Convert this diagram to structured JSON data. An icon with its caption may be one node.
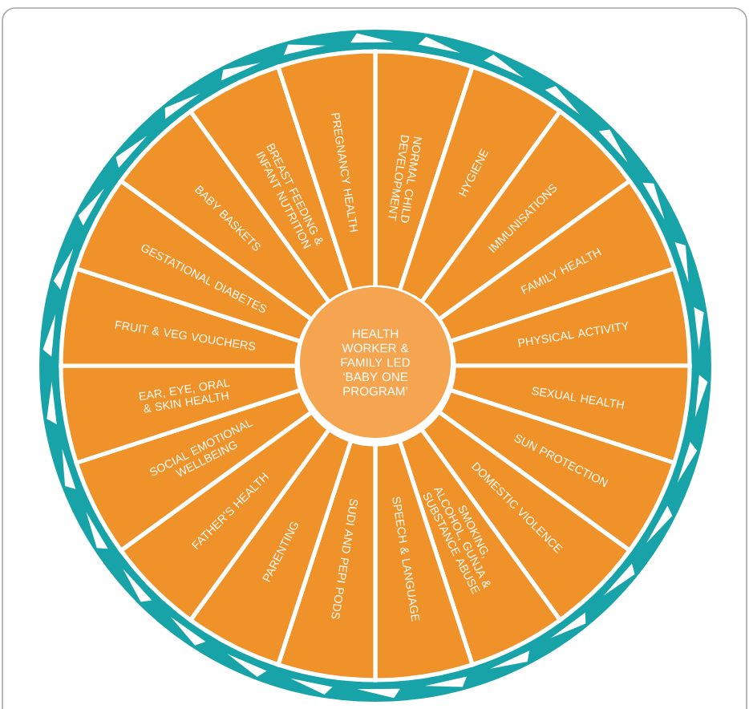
{
  "diagram": {
    "nodes": [
      {
        "text": [
          "HEALTH WORKER & FAMILY LED ‘BABY ONE PROGRAM’"
        ]
      },
      {
        "text": [
          "NORMAL CHILD DEVELOPMENT"
        ]
      },
      {
        "text": [
          "HYGIENE"
        ]
      },
      {
        "text": [
          "IMMUNISATIONS"
        ]
      },
      {
        "text": [
          "FAMILY HEALTH"
        ]
      },
      {
        "text": [
          "PHYSICAL ACTIVITY"
        ]
      },
      {
        "text": [
          "SEXUAL HEALTH"
        ]
      },
      {
        "text": [
          "SUN PROTECTION"
        ]
      },
      {
        "text": [
          "DOMESTIC VIOLENCE"
        ]
      },
      {
        "text": [
          "SMOKING, ALCOHOL, GUNJA & SUBSTANCE ABUSE"
        ]
      },
      {
        "text": [
          "SPEECH & LANGUAGE"
        ]
      },
      {
        "text": [
          "SUDI AND PEPI PODS"
        ]
      },
      {
        "text": [
          "PARENTING"
        ]
      },
      {
        "text": [
          "FATHER’S HEALTH"
        ]
      },
      {
        "text": [
          "SOCIAL EMOTIONAL WELLBEING"
        ]
      },
      {
        "text": [
          "EAR, EYE, ORAL & SKIN HEALTH"
        ]
      },
      {
        "text": [
          "FRUIT & VEG VOUCHERS"
        ]
      },
      {
        "text": [
          "GESTATIONAL DIABETES"
        ]
      },
      {
        "text": [
          "BABY BASKETS"
        ]
      },
      {
        "text": [
          "BREAST FEEDING & INFANT NUTRITION"
        ]
      },
      {
        "text": [
          "PREGNANCY HEALTH"
        ]
      }
    ]
  }
}
